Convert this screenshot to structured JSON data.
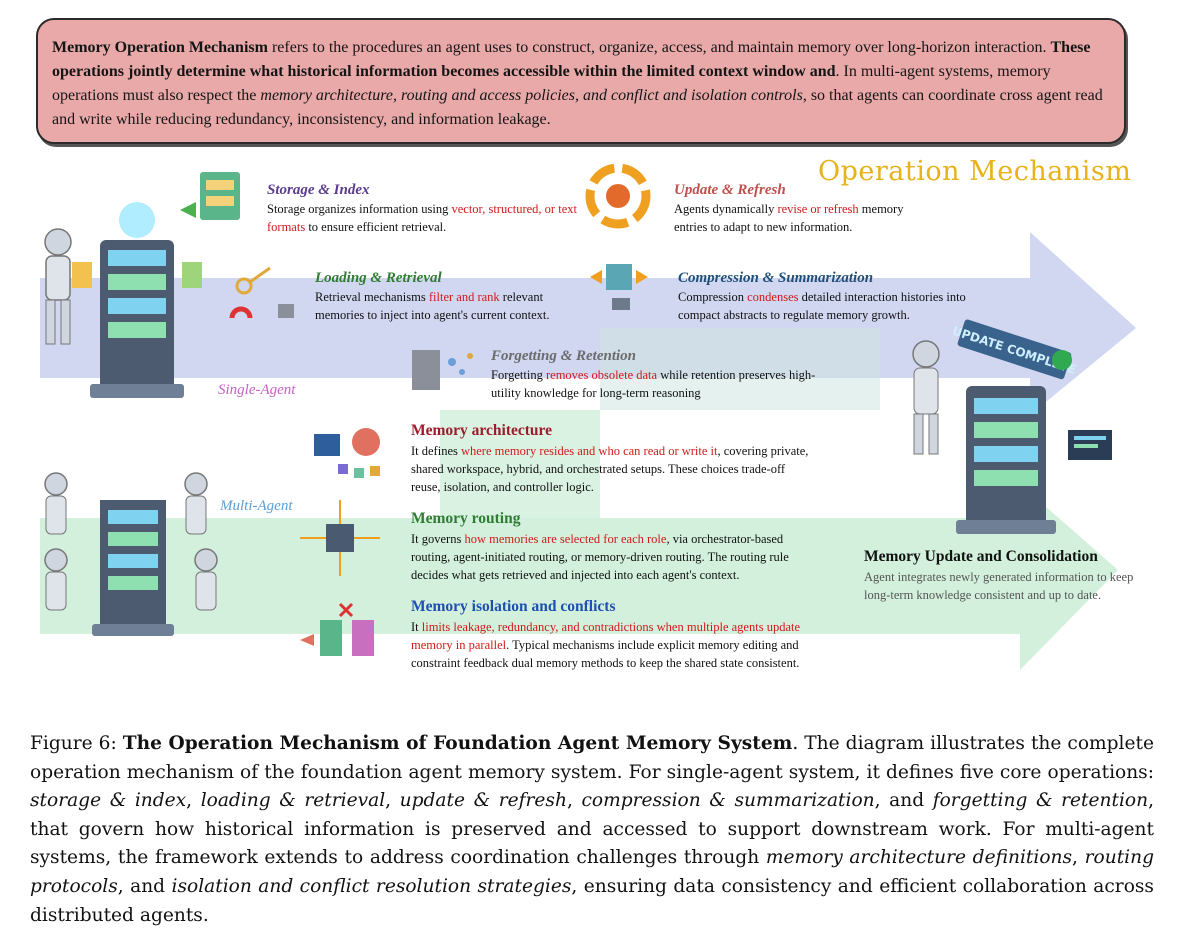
{
  "definition": {
    "term": "Memory Operation Mechanism",
    "text1": " refers to the procedures an agent uses to construct, organize, access, and maintain memory over long-horizon interaction. ",
    "bold2": "These operations jointly determine what historical information becomes accessible within the limited context window and",
    "text2": ". In multi-agent systems, memory operations must also respect the ",
    "italic3": "memory architecture, routing and access policies, and conflict and isolation controls",
    "text3": ", so that agents can coordinate cross agent read and write while reducing redundancy, inconsistency, and information leakage."
  },
  "diagram": {
    "section_title": "Operation Mechanism",
    "lanes": {
      "single": "Single-Agent",
      "multi": "Multi-Agent"
    },
    "screen_banner": "UPDATE COMPLETE",
    "single_ops": {
      "storage": {
        "title": "Storage & Index",
        "t1": "Storage organizes information using ",
        "red": "vector, structured, or text formats",
        "t2": " to ensure efficient retrieval."
      },
      "loading": {
        "title": "Loading & Retrieval",
        "t1": "Retrieval mechanisms ",
        "red": "filter and rank",
        "t2": " relevant memories to inject into agent's current context."
      },
      "update": {
        "title": "Update & Refresh",
        "t1": "Agents dynamically ",
        "red": "revise or refresh",
        "t2": " memory entries to adapt to new information."
      },
      "compression": {
        "title": "Compression & Summarization",
        "t1": "Compression ",
        "red": "condenses",
        "t2": " detailed interaction histories into compact abstracts to regulate memory growth."
      },
      "forgetting": {
        "title": "Forgetting & Retention",
        "t1": "Forgetting ",
        "red": "removes obsolete data",
        "t2": " while retention preserves high-utility knowledge for long-term reasoning"
      }
    },
    "multi_ops": {
      "architecture": {
        "title": "Memory architecture",
        "t1": "It defines ",
        "red": "where memory resides and who can read or write it",
        "t2": ", covering private, shared workspace, hybrid, and orchestrated setups. These choices trade-off reuse, isolation, and controller logic."
      },
      "routing": {
        "title": "Memory routing",
        "t1": "It governs ",
        "red": "how memories are selected for each role",
        "t2": ", via orchestrator-based routing, agent-initiated routing, or memory-driven routing. The routing rule decides what gets retrieved and injected into each agent's context."
      },
      "isolation": {
        "title": "Memory isolation and conflicts",
        "t1": "It ",
        "red": "limits leakage, redundancy, and contradictions when multiple agents update memory in parallel",
        "t2": ". Typical mechanisms include explicit memory editing and constraint feedback dual memory methods to keep the shared state consistent."
      }
    },
    "consolidation": {
      "title": "Memory Update and Consolidation",
      "text": "Agent integrates newly generated information to keep long-term knowledge consistent and up to date."
    }
  },
  "caption": {
    "label": "Figure 6: ",
    "title": "The Operation Mechanism of Foundation Agent Memory System",
    "s1": ". The diagram illustrates the complete operation mechanism of the foundation agent memory system. For single-agent system, it defines five core operations: ",
    "i1": "storage & index",
    "c1": ", ",
    "i2": "loading & retrieval",
    "c2": ", ",
    "i3": "update & refresh",
    "c3": ", ",
    "i4": "compression & summarization",
    "c4": ", and ",
    "i5": "forgetting & retention",
    "s2": ", that govern how historical information is preserved and accessed to support downstream work. For multi-agent systems, the framework extends to address coordination challenges through ",
    "i6": "memory architecture definitions",
    "c6": ", ",
    "i7": "routing protocols",
    "c7": ", and ",
    "i8": "isolation and conflict resolution strategies",
    "s3": ", ensuring data consistency and efficient collaboration across distributed agents."
  },
  "colors": {
    "definition_bg": "#e9a9a9",
    "section_title": "#e8b21a",
    "single_band": "#c9cfee",
    "multi_band": "#cdeed8",
    "highlight_red": "#d11a1a"
  }
}
